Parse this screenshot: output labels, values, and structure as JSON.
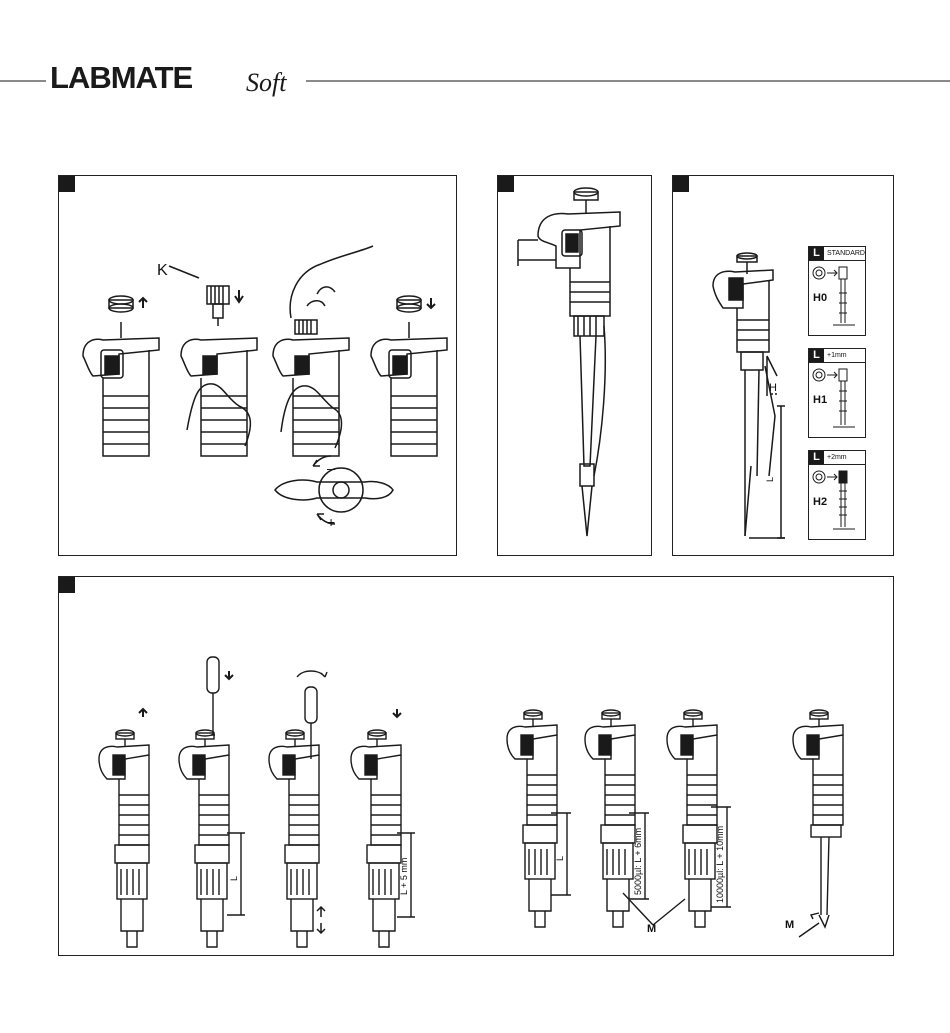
{
  "brand": {
    "wordmark": "LABMATE",
    "suffix": "Soft"
  },
  "panel1": {
    "label_k": "K",
    "sign_minus": "–",
    "sign_plus": "+"
  },
  "panel3": {
    "label_h": "H",
    "label_l": "L",
    "insets": [
      {
        "badge": "L",
        "tag": "STANDARD",
        "code": "H0"
      },
      {
        "badge": "L",
        "tag": "+1mm",
        "code": "H1"
      },
      {
        "badge": "L",
        "tag": "+2mm",
        "code": "H2"
      }
    ]
  },
  "panel4": {
    "label_l_a": "L",
    "label_l5": "L + 5 mm",
    "label_l_b": "L",
    "label_5000": "5000µl: L + 6mm",
    "label_10000": "10000µl: L + 10mm",
    "label_m_a": "M",
    "label_m_b": "M"
  },
  "colors": {
    "rule": "#8a8a8a",
    "ink": "#1a1a1a"
  }
}
